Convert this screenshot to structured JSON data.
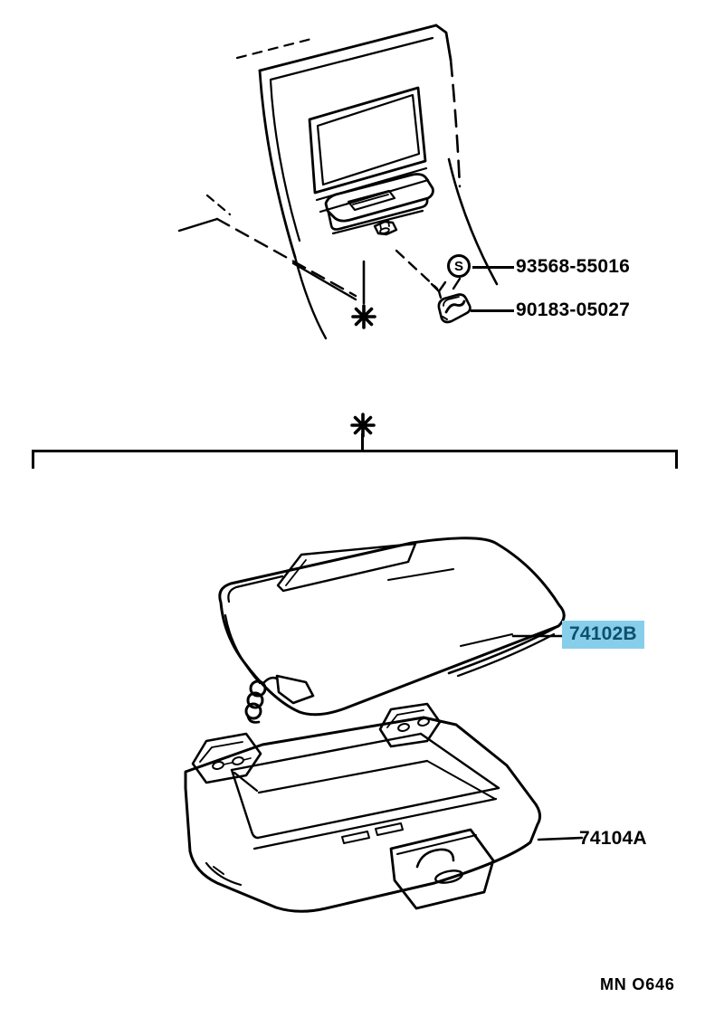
{
  "page": {
    "background": "#ffffff",
    "footer_code": "MN O646"
  },
  "symbols": {
    "screw_marker": "S",
    "reference_mark": "✳"
  },
  "parts": {
    "screw": {
      "part_number": "93568-55016"
    },
    "clip": {
      "part_number": "90183-05027"
    },
    "ashtray_lid": {
      "part_number": "74102B",
      "highlighted": true
    },
    "ashtray_box": {
      "part_number": "74104A"
    }
  },
  "colors": {
    "line": "#000000",
    "highlight_background": "#87CEEB",
    "highlight_text": "#0D4F6F"
  }
}
